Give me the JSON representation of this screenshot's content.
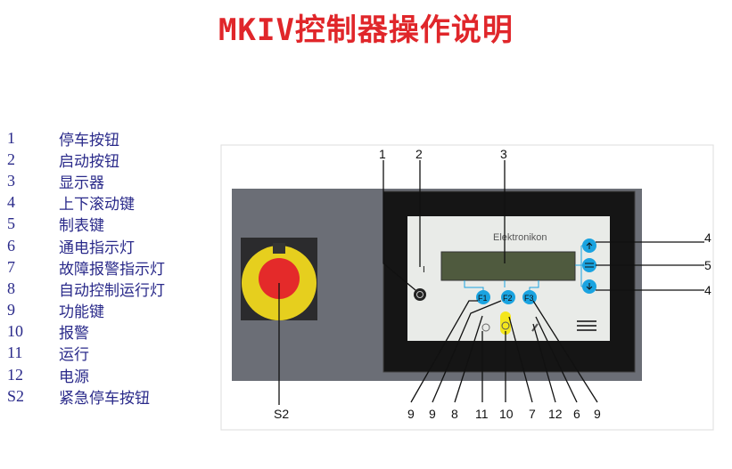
{
  "title": "MKIV控制器操作说明",
  "legend": [
    {
      "num": "1",
      "label": "停车按钮"
    },
    {
      "num": "2",
      "label": "启动按钮"
    },
    {
      "num": "3",
      "label": "显示器"
    },
    {
      "num": "4",
      "label": "上下滚动键"
    },
    {
      "num": "5",
      "label": "制表键"
    },
    {
      "num": "6",
      "label": "通电指示灯"
    },
    {
      "num": "7",
      "label": "故障报警指示灯"
    },
    {
      "num": "8",
      "label": "自动控制运行灯"
    },
    {
      "num": "9",
      "label": "功能键"
    },
    {
      "num": "10",
      "label": "报警"
    },
    {
      "num": "11",
      "label": "运行"
    },
    {
      "num": "12",
      "label": "电源"
    },
    {
      "num": "S2",
      "label": "紧急停车按钮"
    }
  ],
  "panel": {
    "brand": "Elektronikon",
    "start_mark": "I",
    "fkeys": [
      "F1",
      "F2",
      "F3"
    ],
    "callouts": {
      "top": [
        "1",
        "2",
        "3"
      ],
      "right": [
        "4",
        "5",
        "4"
      ],
      "bottom": [
        "9",
        "9",
        "8",
        "11",
        "10",
        "7",
        "12",
        "6",
        "9"
      ],
      "estop": "S2"
    }
  },
  "colors": {
    "title": "#e0262a",
    "legend_text": "#2a2a8a",
    "button_blue": "#1aa3e0",
    "panel_gray": "#6b6e76",
    "display_green": "#4f5a3e"
  }
}
